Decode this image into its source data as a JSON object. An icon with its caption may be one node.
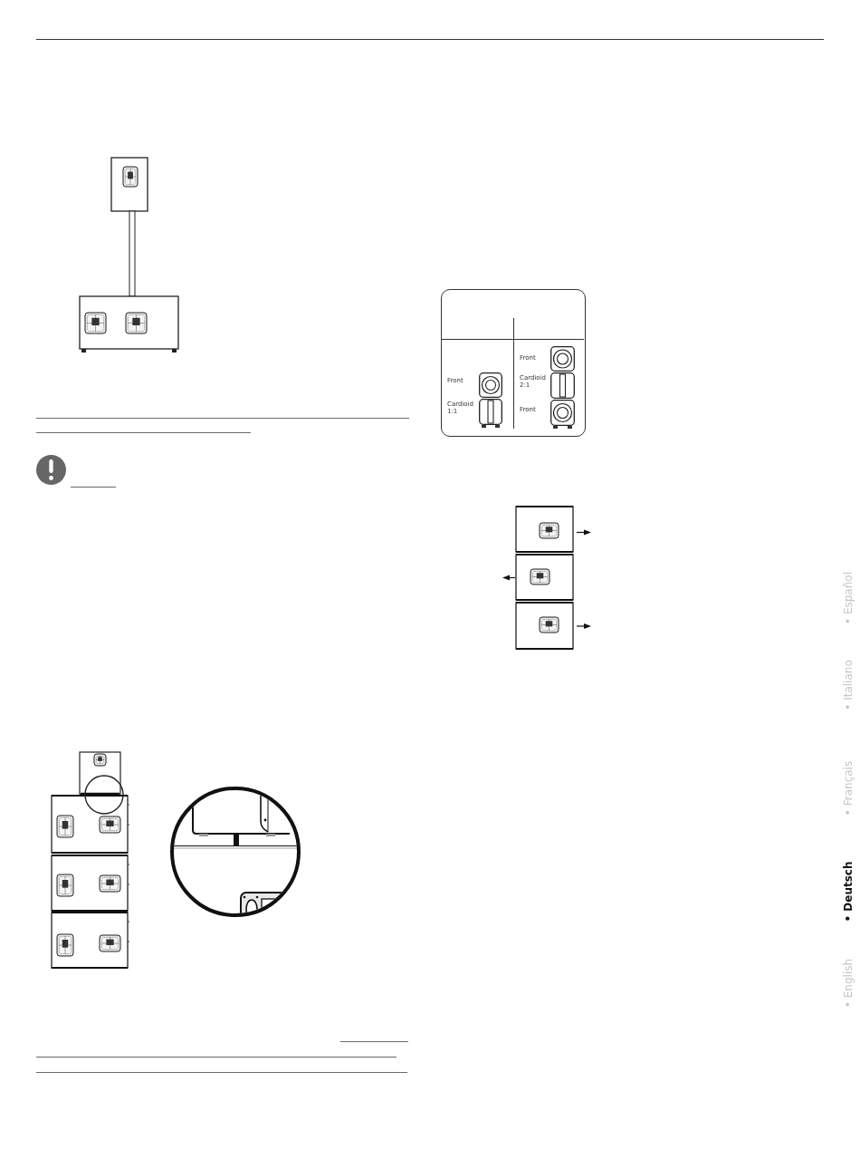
{
  "diagram": {
    "labels": [
      "Front",
      "Cardioid 1:1",
      "Front",
      "Cardioid 2:1",
      "Front",
      "• English",
      "• Deutsch",
      "• Français",
      "• Italiano",
      "• Español"
    ]
  }
}
